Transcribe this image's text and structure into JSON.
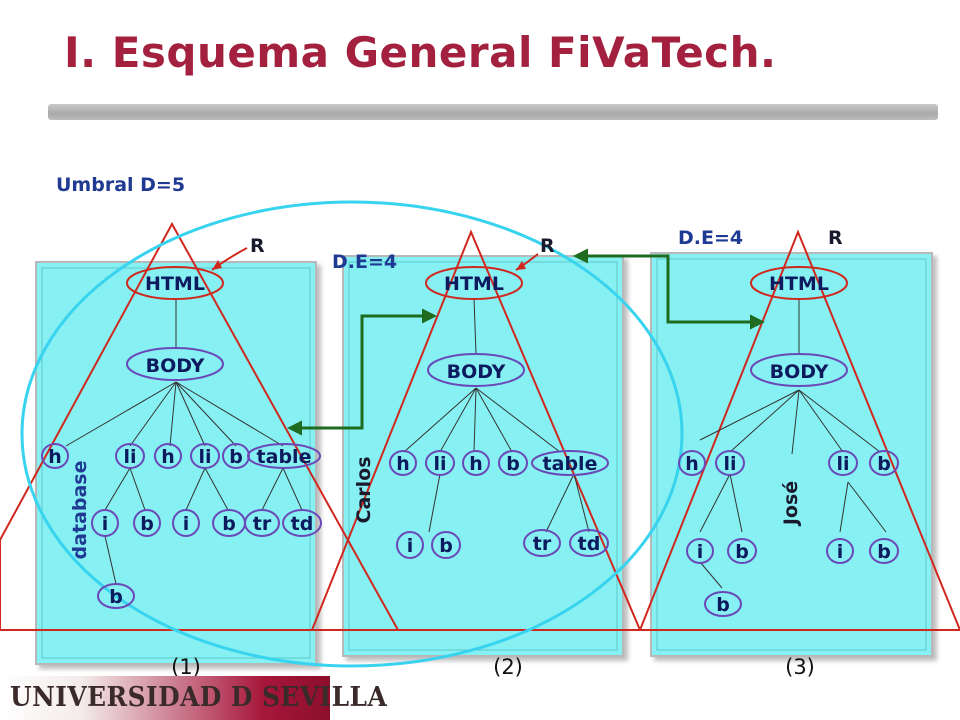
{
  "slide": {
    "title": "I. Esquema General FiVaTech.",
    "threshold_label": "Umbral D=5",
    "footer_logo": "UNIVERSIDAD D SEVILLA"
  },
  "colors": {
    "title": "#a3203e",
    "panel_fill": "#86f0f2",
    "triangle": "#d0281f",
    "node_outline": "#6a48b8",
    "root_outline": "#d0281f",
    "edge": "#333333",
    "arrow": "#1f6b1f",
    "ellipse": "#38d3ee",
    "labels": "#1f3a93"
  },
  "trees": [
    {
      "number": "(1)",
      "root_marker": "R",
      "vertical_text": "database",
      "nodes": {
        "html": "HTML",
        "body": "BODY",
        "c1": "h",
        "c2": "li",
        "c3": "h",
        "c4": "li",
        "c5": "b",
        "c6": "table",
        "g1": "i",
        "g2": "b",
        "g3": "i",
        "g4": "b",
        "g5": "tr",
        "g6": "td",
        "gg1": "b"
      }
    },
    {
      "number": "(2)",
      "root_marker": "R",
      "distance_label": "D.E=4",
      "vertical_text": "Carlos",
      "nodes": {
        "html": "HTML",
        "body": "BODY",
        "c1": "h",
        "c2": "li",
        "c3": "h",
        "c4": "b",
        "c5": "table",
        "g1": "i",
        "g2": "b",
        "g3": "tr",
        "g4": "td"
      }
    },
    {
      "number": "(3)",
      "root_marker": "R",
      "distance_label": "D.E=4",
      "vertical_text": "José",
      "nodes": {
        "html": "HTML",
        "body": "BODY",
        "c1": "h",
        "c2": "li",
        "c3": "li",
        "c4": "b",
        "g1": "i",
        "g2": "b",
        "g3": "i",
        "g4": "b",
        "gg1": "b"
      }
    }
  ]
}
